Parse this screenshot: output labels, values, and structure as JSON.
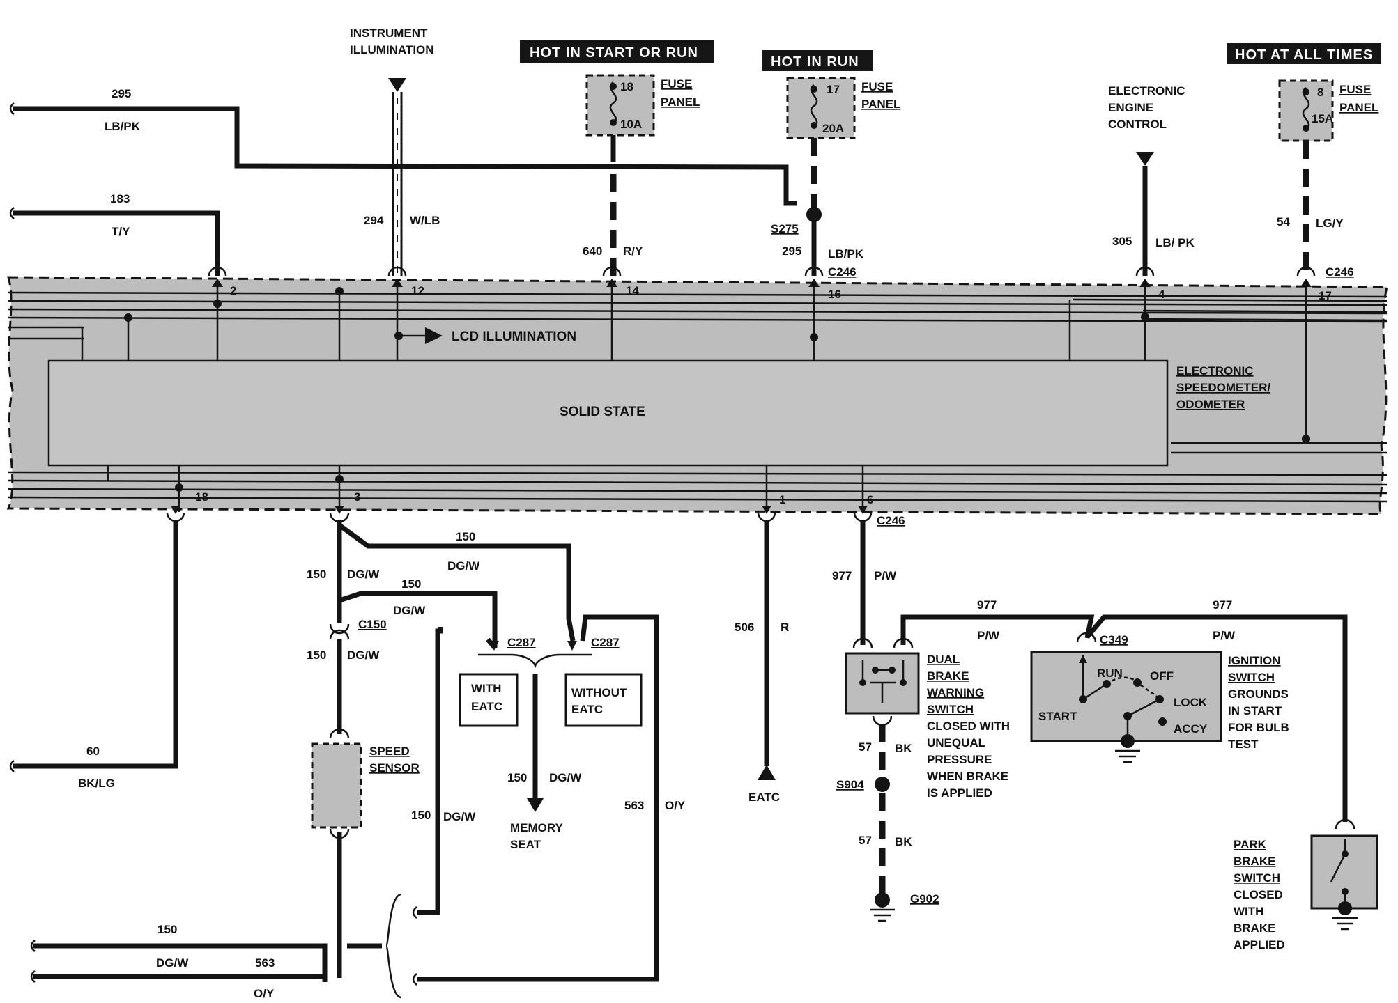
{
  "sources": {
    "instrument_illumination": [
      "INSTRUMENT",
      "ILLUMINATION"
    ],
    "electronic_engine_control": [
      "ELECTRONIC",
      "ENGINE",
      "CONTROL"
    ]
  },
  "headers": {
    "hot_start_run": "HOT IN START OR RUN",
    "hot_run": "HOT IN RUN",
    "hot_all_times": "HOT AT ALL TIMES"
  },
  "fuses": {
    "panel_label": [
      "FUSE",
      "PANEL"
    ],
    "f18": {
      "num": "18",
      "amp": "10A"
    },
    "f17": {
      "num": "17",
      "amp": "20A"
    },
    "f8": {
      "num": "8",
      "amp": "15A"
    }
  },
  "module": {
    "solid_state": "SOLID STATE",
    "lcd": "LCD ILLUMINATION",
    "name": [
      "ELECTRONIC",
      "SPEEDOMETER/",
      "ODOMETER"
    ]
  },
  "pins": {
    "p2": "2",
    "p12": "12",
    "p14": "14",
    "p16": "16",
    "p4": "4",
    "p17": "17",
    "p18": "18",
    "p3": "3",
    "p1": "1",
    "p6": "6"
  },
  "connectors": {
    "c246": "C246",
    "c150": "C150",
    "c287": "C287",
    "c349": "C349",
    "s275": "S275",
    "s904": "S904",
    "g902": "G902"
  },
  "wires": {
    "w295_top": {
      "num": "295",
      "color": "LB/PK"
    },
    "w183": {
      "num": "183",
      "color": "T/Y"
    },
    "w294": {
      "num": "294",
      "color": "W/LB"
    },
    "w640": {
      "num": "640",
      "color": "R/Y"
    },
    "w295_mid": {
      "num": "295",
      "color": "LB/PK"
    },
    "w305": {
      "num": "305",
      "color": "LB/ PK"
    },
    "w54": {
      "num": "54",
      "color": "LG/Y"
    },
    "w60": {
      "num": "60",
      "color": "BK/LG"
    },
    "w150": {
      "num": "150",
      "color": "DG/W"
    },
    "w506": {
      "num": "506",
      "color": "R"
    },
    "w977": {
      "num": "977",
      "color": "P/W"
    },
    "w57": {
      "num": "57",
      "color": "BK"
    },
    "w563": {
      "num": "563",
      "color": "O/Y"
    }
  },
  "options": {
    "with_eatc": [
      "WITH",
      "EATC"
    ],
    "without_eatc": [
      "WITHOUT",
      "EATC"
    ],
    "memory_seat": [
      "MEMORY",
      "SEAT"
    ],
    "eatc": "EATC"
  },
  "components": {
    "speed_sensor": [
      "SPEED",
      "SENSOR"
    ],
    "dual_brake": [
      "DUAL",
      "BRAKE",
      "WARNING",
      "SWITCH",
      "CLOSED WITH",
      "UNEQUAL",
      "PRESSURE",
      "WHEN BRAKE",
      "IS APPLIED"
    ],
    "ignition": [
      "IGNITION",
      "SWITCH",
      "GROUNDS",
      "IN START",
      "FOR BULB",
      "TEST"
    ],
    "ignition_positions": {
      "start": "START",
      "run": "RUN",
      "off": "OFF",
      "lock": "LOCK",
      "accy": "ACCY"
    },
    "park_brake": [
      "PARK",
      "BRAKE",
      "SWITCH",
      "CLOSED",
      "WITH",
      "BRAKE",
      "APPLIED"
    ]
  },
  "colors": {
    "ink": "#141414",
    "module_fill": "#bdbdbd",
    "header_bg": "#161616"
  }
}
